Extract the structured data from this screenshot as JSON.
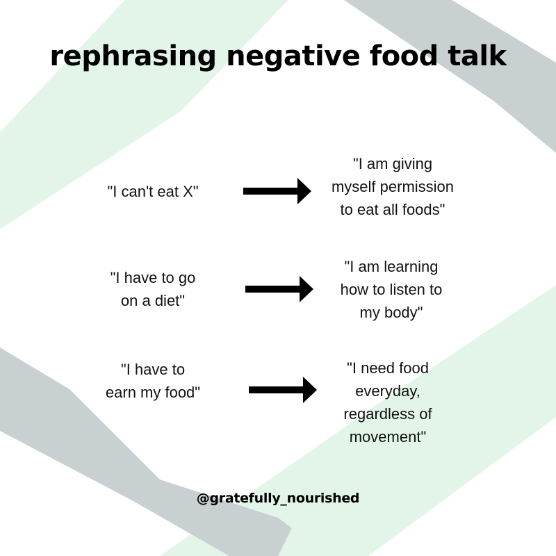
{
  "title": "rephrasing negative food talk",
  "rows": [
    {
      "negative": "\"I can't eat X\"",
      "positive_lines": [
        "\"I am giving",
        "myself permission",
        "to eat all foods\""
      ]
    },
    {
      "negative_lines": [
        "\"I have to go",
        "on a diet\""
      ],
      "positive_lines": [
        "\"I am learning",
        "how to listen to",
        "my body\""
      ]
    },
    {
      "negative_lines": [
        "\"I have to",
        "earn my food\""
      ],
      "positive_lines": [
        "\"I need food",
        "everyday,",
        "regardless of",
        "movement\""
      ]
    }
  ],
  "handle": "@gratefully_nourished",
  "icons": {
    "arrow": "right-arrow-icon"
  },
  "colors": {
    "green_stroke": "#e3f5e9",
    "gray_stroke": "#c9d0d2",
    "text": "#111111"
  }
}
